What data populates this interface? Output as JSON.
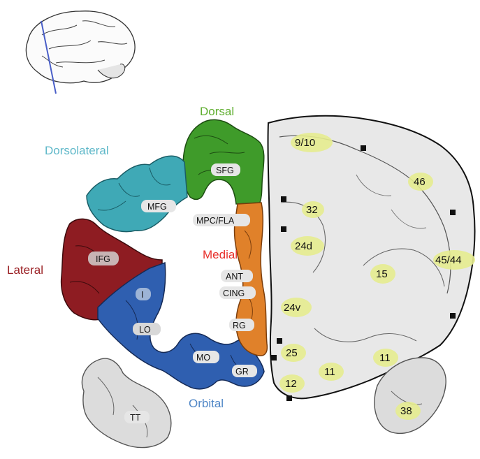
{
  "regions": {
    "dorsal": {
      "label": "Dorsal",
      "color": "#5fae2f"
    },
    "dorsolateral": {
      "label": "Dorsolateral",
      "color": "#5fb8c9"
    },
    "medial": {
      "label": "Medial",
      "color": "#e8312c"
    },
    "lateral": {
      "label": "Lateral",
      "color": "#9a1f23"
    },
    "orbital": {
      "label": "Orbital",
      "color": "#4f86c6"
    }
  },
  "structures": {
    "sfg": "SFG",
    "mfg": "MFG",
    "mpc_fla": "MPC/FLA",
    "ifg": "IFG",
    "i": "I",
    "lo": "LO",
    "ant": "ANT",
    "cing": "CING",
    "rg": "RG",
    "mo": "MO",
    "gr": "GR",
    "tt": "TT"
  },
  "areas": {
    "a9_10": "9/10",
    "a46": "46",
    "a32": "32",
    "a24d": "24d",
    "a45_44": "45/44",
    "a15": "15",
    "a24v": "24v",
    "a25": "25",
    "a11a": "11",
    "a11b": "11",
    "a12": "12",
    "a38": "38"
  },
  "colors": {
    "dorsal_fill": "#3f9b2a",
    "dorsolateral_fill": "#3fa9b6",
    "lateral_fill": "#8e1c22",
    "orbital_fill": "#2f5fb0",
    "medial_fill": "#e0812a",
    "grey_tissue": "#d9d9d9",
    "highlight": "#e6ec8f"
  }
}
